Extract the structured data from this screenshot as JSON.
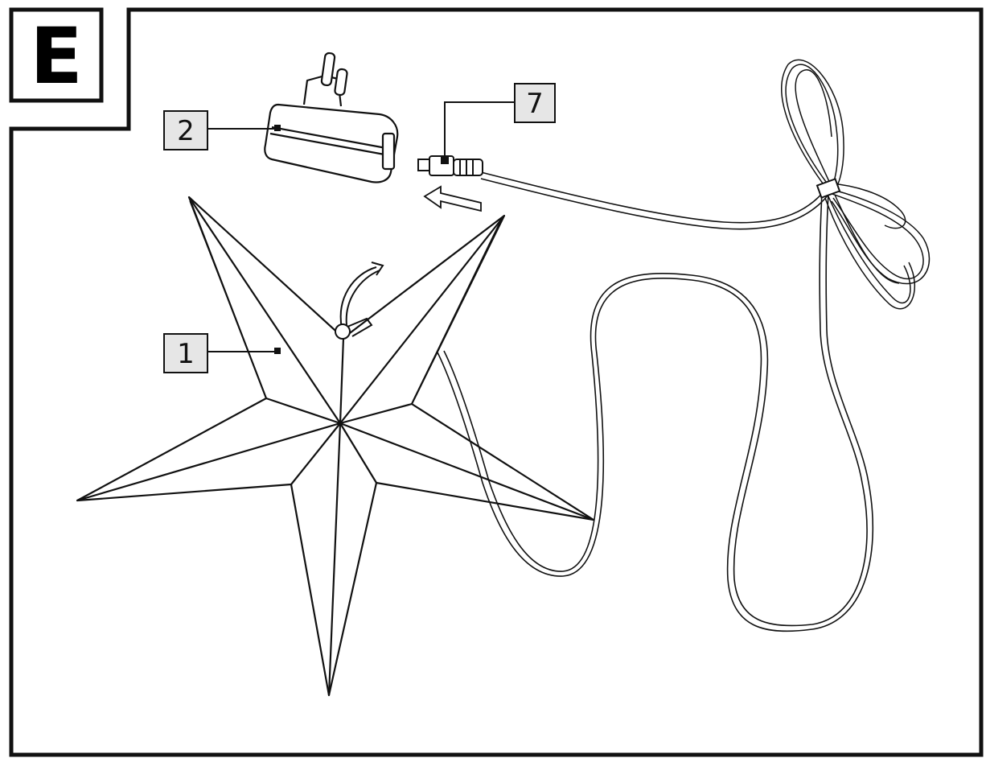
{
  "figure": {
    "corner_label": "E",
    "callouts": [
      {
        "number": "1",
        "part": "star"
      },
      {
        "number": "2",
        "part": "adapter"
      },
      {
        "number": "7",
        "part": "plug"
      }
    ]
  },
  "colors": {
    "line": "#111111",
    "callout_fill": "#e6e6e6",
    "background": "#ffffff"
  }
}
